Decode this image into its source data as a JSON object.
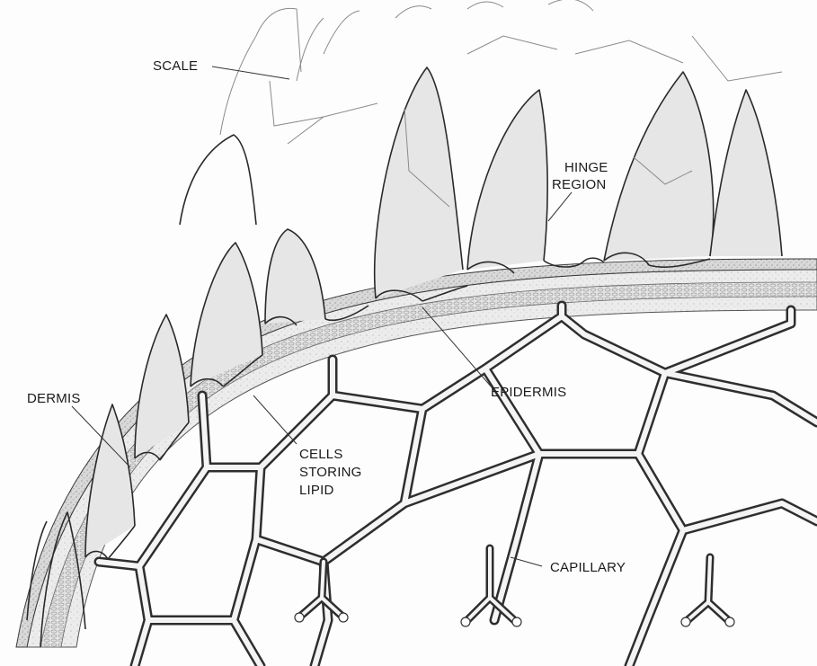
{
  "labels": {
    "scale": "SCALE",
    "hinge_line1": "HINGE",
    "hinge_line2": "REGION",
    "dermis": "DERMIS",
    "epidermis": "EPIDERMIS",
    "cells_line1": "CELLS",
    "cells_line2": "STORING",
    "cells_line3": "LIPID",
    "capillary": "CAPILLARY"
  }
}
